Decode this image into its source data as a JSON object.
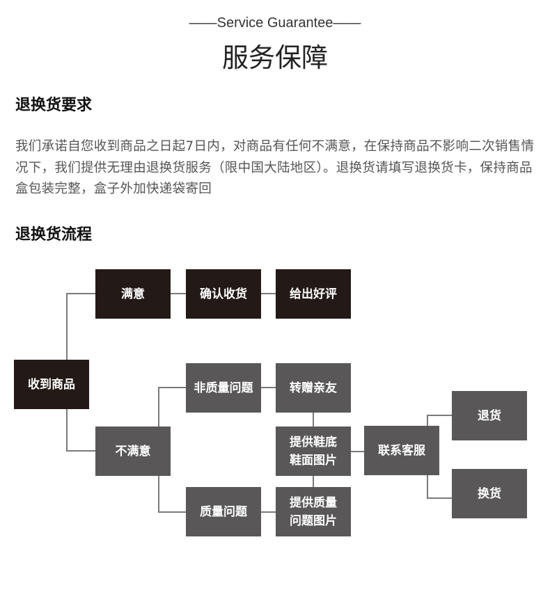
{
  "header": {
    "subtitle": "——Service Guarantee——",
    "title": "服务保障"
  },
  "requirements": {
    "heading": "退换货要求",
    "text": "我们承诺自您收到商品之日起7日内，对商品有任何不满意，在保持商品不影响二次销售情况下，我们提供无理由退换货服务（限中国大陆地区）。退换货请填写退换货卡，保持商品盒包装完整，盒子外加快递袋寄回"
  },
  "process": {
    "heading": "退换货流程",
    "nodes": {
      "received": "收到商品",
      "satisfied": "满意",
      "confirm": "确认收货",
      "review": "给出好评",
      "unsatisfied": "不满意",
      "non_quality": "非质量问题",
      "gift": "转赠亲友",
      "sole_photo": "提供鞋底鞋面图片",
      "quality": "质量问题",
      "quality_photo": "提供质量问题图片",
      "contact": "联系客服",
      "refund": "退货",
      "exchange": "换货"
    },
    "colors": {
      "dark": "#231916",
      "gray": "#595757"
    }
  }
}
